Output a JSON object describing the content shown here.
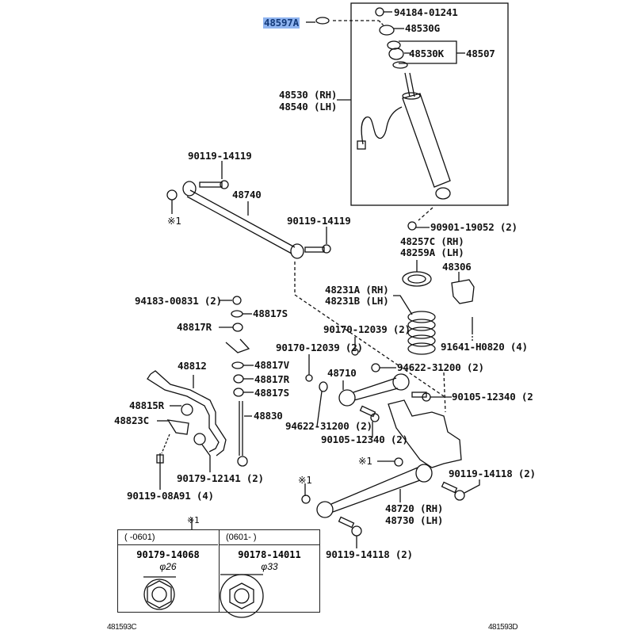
{
  "diagram": {
    "title": "Rear suspension parts diagram",
    "highlight_color": "#8fb4f0",
    "selected_part": "48597A",
    "labels": {
      "p48597A": "48597A",
      "p94184": "94184-01241",
      "p48530G": "48530G",
      "p48530K": "48530K",
      "p48507": "48507",
      "p48530rh": "48530 (RH)",
      "p48540lh": "48540 (LH)",
      "p90119_14119_a": "90119-14119",
      "p48740": "48740",
      "note1_a": "※1",
      "p90119_14119_b": "90119-14119",
      "p90901": "90901-19052 (2)",
      "p48257C": "48257C (RH)",
      "p48259A": "48259A (LH)",
      "p48306": "48306",
      "p94183": "94183-00831 (2)",
      "p48817S_a": "48817S",
      "p48817R_a": "48817R",
      "p48231A": "48231A (RH)",
      "p48231B": "48231B (LH)",
      "p90170_a": "90170-12039 (2)",
      "p90170_b": "90170-12039 (2)",
      "p91641": "91641-H0820 (4)",
      "p48812": "48812",
      "p48817V": "48817V",
      "p48817R_b": "48817R",
      "p48817S_b": "48817S",
      "p48710": "48710",
      "p94622_a": "94622-31200 (2)",
      "p94622_b": "94622-31200 (2)",
      "p90105_a": "90105-12340 (2",
      "p90105_b": "90105-12340 (2)",
      "p48815R": "48815R",
      "p48823C": "48823C",
      "p48830": "48830",
      "p90179_12141": "90179-12141 (2)",
      "p90119_08A91": "90119-08A91 (4)",
      "note1_b": "※1",
      "note1_c": "※1",
      "p90119_14118_a": "90119-14118 (2)",
      "p48720": "48720 (RH)",
      "p48730": "48730 (LH)",
      "p90119_14118_b": "90119-14118 (2)"
    },
    "note_table": {
      "note": "※1",
      "columns": [
        {
          "range": "(      -0601)",
          "part": "90179-14068",
          "diameter": "φ26"
        },
        {
          "range": "(0601-      )",
          "part": "90178-14011",
          "diameter": "φ33"
        }
      ]
    },
    "figure_codes": {
      "left": "481593C",
      "right": "481593D"
    }
  }
}
